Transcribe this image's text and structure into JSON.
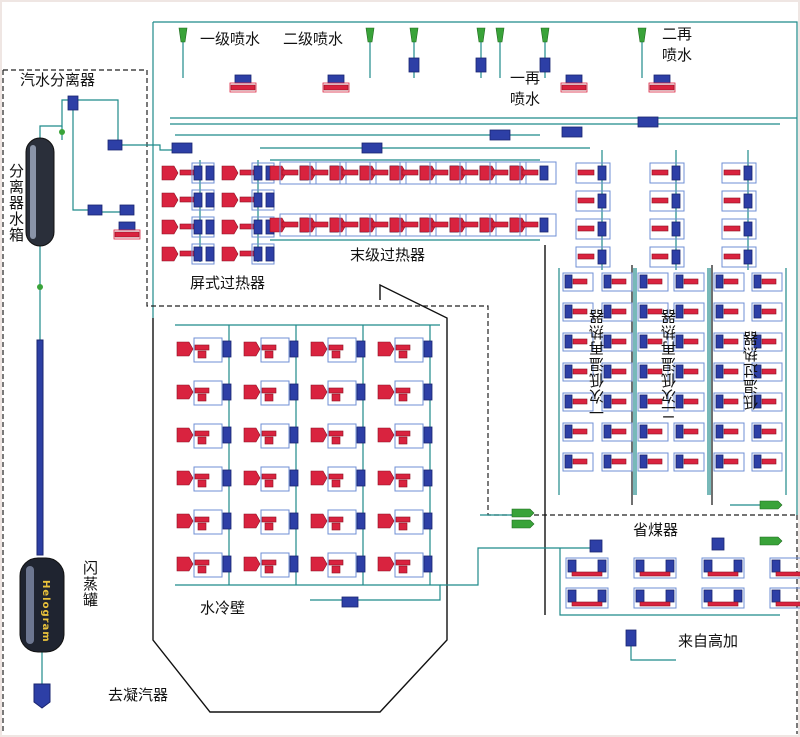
{
  "labels": {
    "steam_water_separator": "汽水分离器",
    "separator_water_tank": "分离器水箱",
    "flash_tank": "闪蒸罐",
    "flash_tank_brand": "Helogram",
    "to_condenser": "去凝汽器",
    "spray_1": "一级喷水",
    "spray_2": "二级喷水",
    "reheat_spray_1": "一再\n喷水",
    "reheat_spray_2": "二再\n喷水",
    "platen_superheater": "屏式过热器",
    "final_superheater": "末级过热器",
    "primary_low_temp_reheater": "一次低温再热器",
    "secondary_low_temp_reheater": "二次低温再热器",
    "low_temp_superheater": "低温过热器",
    "economizer": "省煤器",
    "water_wall": "水冷壁",
    "from_hp_heater": "来自高加"
  },
  "colors": {
    "background": "#efe6e3",
    "canvas": "#ffffff",
    "pipe": "#1e8a8a",
    "module_blue": "#2d3fa6",
    "module_red": "#d9233f",
    "valve_green": "#39a339",
    "outline_box": "#6f8fd4"
  }
}
